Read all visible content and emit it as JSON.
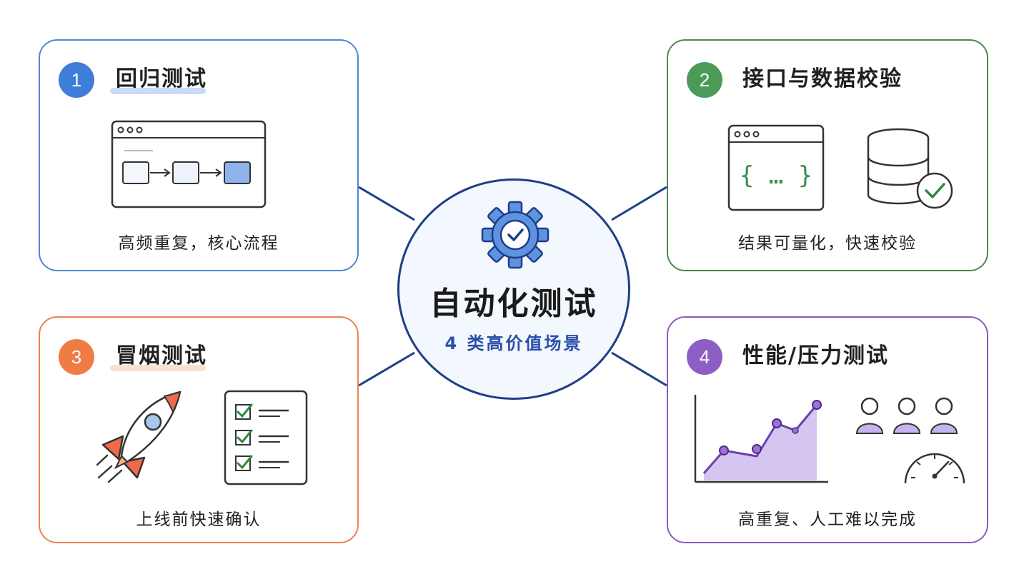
{
  "center": {
    "title": "自动化测试",
    "subtitle": "4 类高价值场景",
    "icon": "gear-check-icon"
  },
  "scenarios": [
    {
      "number": "1",
      "title": "回归测试",
      "description": "高频重复，核心流程",
      "color": "#3f7ed8",
      "icon": "browser-flow-icon"
    },
    {
      "number": "2",
      "title": "接口与数据校验",
      "description": "结果可量化，快速校验",
      "color": "#4c9a58",
      "icon": "api-database-check-icon",
      "code_glyph": "{ … }"
    },
    {
      "number": "3",
      "title": "冒烟测试",
      "description": "上线前快速确认",
      "color": "#ef7b45",
      "icon": "rocket-checklist-icon"
    },
    {
      "number": "4",
      "title": "性能/压力测试",
      "description": "高重复、人工难以完成",
      "color": "#8b5fc3",
      "icon": "chart-users-gauge-icon"
    }
  ]
}
